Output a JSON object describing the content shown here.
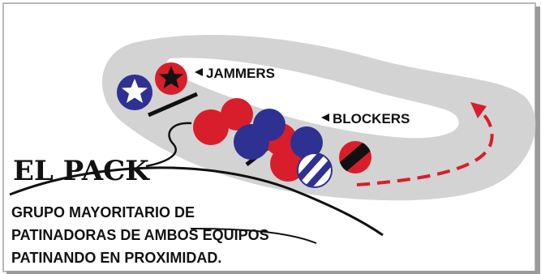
{
  "labels": {
    "jammers": "JAMMERS",
    "blockers": "BLOCKERS",
    "pack_title": "EL PACK",
    "description_lines": [
      "GRUPO MAYORITARIO DE",
      "PATINADORAS DE AMBOS EQUIPOS",
      "PATINANDO EN PROXIMIDAD."
    ]
  },
  "colors": {
    "track": "#d3d3d3",
    "team_red": "#d81e2a",
    "team_blue": "#2e3192",
    "star_white": "#ffffff",
    "star_black": "#111111",
    "arrow_red": "#d81e2a",
    "frame_shadow": "#9a9a9a"
  },
  "icons": {
    "label_pointer": "triangle-left-icon",
    "jammer_blue": "white-star-icon",
    "jammer_red": "black-star-icon",
    "direction": "dashed-arrow-icon"
  }
}
